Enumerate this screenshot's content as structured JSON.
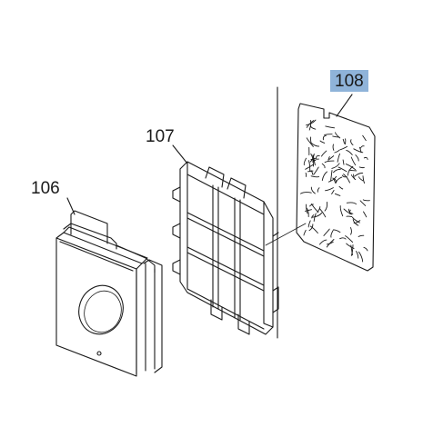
{
  "diagram": {
    "parts": [
      {
        "id": "106",
        "label": "106",
        "highlighted": false
      },
      {
        "id": "107",
        "label": "107",
        "highlighted": false
      },
      {
        "id": "108",
        "label": "108",
        "highlighted": true
      }
    ],
    "highlight_color": "#8fb3d9",
    "line_color": "#1a1a1a"
  }
}
